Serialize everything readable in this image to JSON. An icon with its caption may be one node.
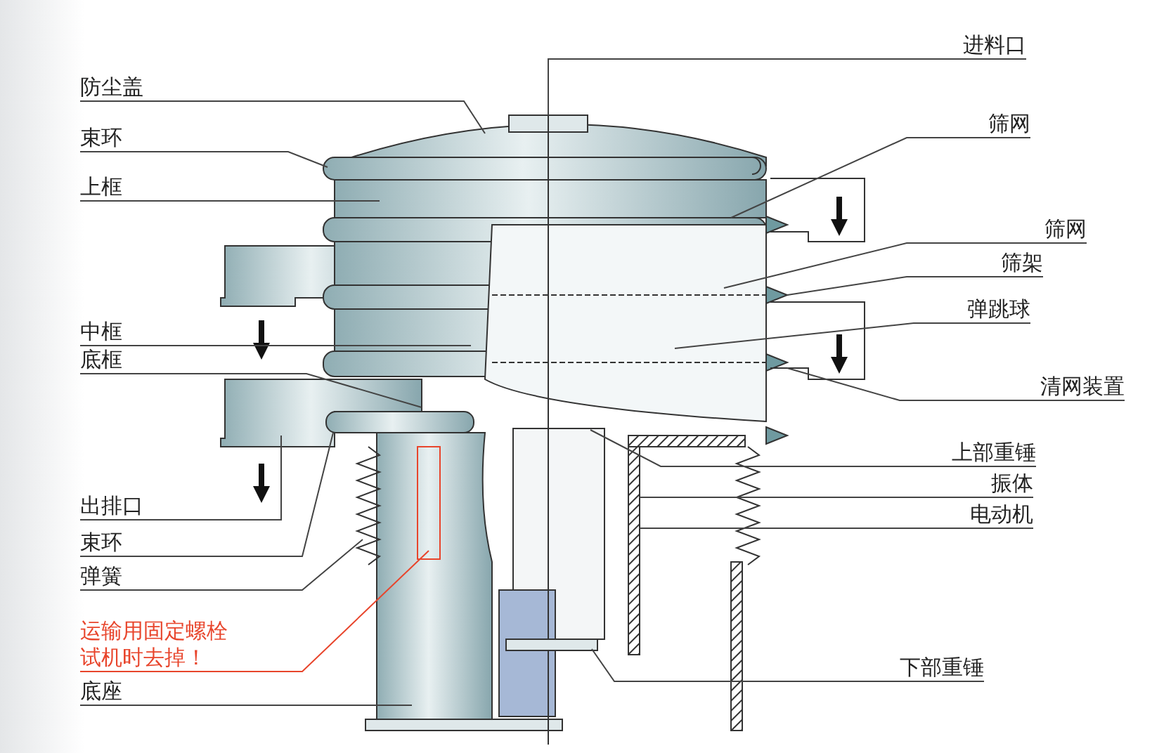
{
  "diagram": {
    "nodes": [
      {
        "text": [
          "防尘盖"
        ]
      },
      {
        "text": [
          "束环"
        ]
      },
      {
        "text": [
          "上框"
        ]
      },
      {
        "text": [
          "中框"
        ]
      },
      {
        "text": [
          "底框"
        ]
      },
      {
        "text": [
          "出排口"
        ]
      },
      {
        "text": [
          "束环"
        ]
      },
      {
        "text": [
          "弹簧"
        ]
      },
      {
        "text": [
          "运输用固定螺栓试机时去掉！"
        ]
      },
      {
        "text": [
          "底座"
        ]
      },
      {
        "text": [
          "进料口"
        ]
      },
      {
        "text": [
          "筛网"
        ]
      },
      {
        "text": [
          "筛网"
        ]
      },
      {
        "text": [
          "筛架"
        ]
      },
      {
        "text": [
          "弹跳球"
        ]
      },
      {
        "text": [
          "清网装置"
        ]
      },
      {
        "text": [
          "上部重锤"
        ]
      },
      {
        "text": [
          "振体"
        ]
      },
      {
        "text": [
          "电动机"
        ]
      },
      {
        "text": [
          "下部重锤"
        ]
      }
    ],
    "edges": [
      {
        "from": 0,
        "to": null,
        "arrow": "none"
      },
      {
        "from": 1,
        "to": null,
        "arrow": "none"
      },
      {
        "from": 2,
        "to": null,
        "arrow": "none"
      },
      {
        "from": 3,
        "to": null,
        "arrow": "none"
      },
      {
        "from": 4,
        "to": null,
        "arrow": "none"
      },
      {
        "from": 5,
        "to": null,
        "arrow": "none"
      },
      {
        "from": 6,
        "to": null,
        "arrow": "none"
      },
      {
        "from": 7,
        "to": null,
        "arrow": "none"
      },
      {
        "from": 8,
        "to": null,
        "arrow": "none",
        "color": "#e8452c"
      },
      {
        "from": 9,
        "to": null,
        "arrow": "none"
      },
      {
        "from": 10,
        "to": null,
        "arrow": "none"
      },
      {
        "from": 11,
        "to": null,
        "arrow": "none"
      },
      {
        "from": 12,
        "to": null,
        "arrow": "none"
      },
      {
        "from": 13,
        "to": null,
        "arrow": "none"
      },
      {
        "from": 14,
        "to": null,
        "arrow": "none"
      },
      {
        "from": 15,
        "to": null,
        "arrow": "none"
      },
      {
        "from": 16,
        "to": null,
        "arrow": "none"
      },
      {
        "from": 17,
        "to": null,
        "arrow": "none"
      },
      {
        "from": 18,
        "to": null,
        "arrow": "none"
      },
      {
        "from": 19,
        "to": null,
        "arrow": "none"
      }
    ]
  }
}
